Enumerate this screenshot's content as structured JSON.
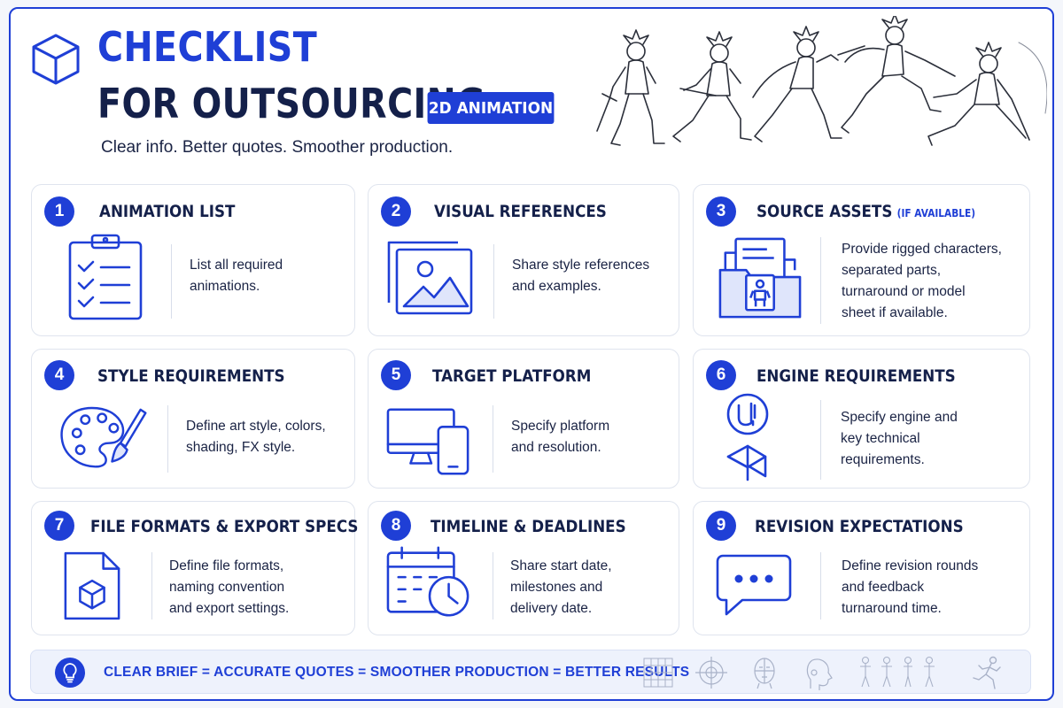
{
  "header": {
    "title_line1": "CHECKLIST",
    "title_line2": "FOR OUTSOURCING",
    "badge": "2D ANIMATION",
    "subtitle": "Clear info. Better quotes. Smoother production."
  },
  "items": [
    {
      "number": "1",
      "title": "ANIMATION LIST",
      "title_note": "",
      "icon": "clipboard-checklist-icon",
      "desc_lines": [
        "List all required",
        "animations."
      ]
    },
    {
      "number": "2",
      "title": "VISUAL REFERENCES",
      "title_note": "",
      "icon": "image-gallery-icon",
      "desc_lines": [
        "Share style references",
        "and examples."
      ]
    },
    {
      "number": "3",
      "title": "SOURCE ASSETS",
      "title_note": "(IF AVAILABLE)",
      "icon": "asset-folder-icon",
      "desc_lines": [
        "Provide rigged characters,",
        "separated parts,",
        "turnaround or model",
        "sheet if available."
      ]
    },
    {
      "number": "4",
      "title": "STYLE REQUIREMENTS",
      "title_note": "",
      "icon": "palette-brush-icon",
      "desc_lines": [
        "Define art style, colors,",
        "shading, FX style."
      ]
    },
    {
      "number": "5",
      "title": "TARGET PLATFORM",
      "title_note": "",
      "icon": "monitor-phone-icon",
      "desc_lines": [
        "Specify platform",
        "and resolution."
      ]
    },
    {
      "number": "6",
      "title": "ENGINE REQUIREMENTS",
      "title_note": "",
      "icon": "engine-logos-icon",
      "desc_lines": [
        "Specify engine and",
        "key technical",
        "requirements."
      ]
    },
    {
      "number": "7",
      "title": "FILE FORMATS & EXPORT SPECS",
      "title_note": "",
      "icon": "file-cube-icon",
      "desc_lines": [
        "Define file formats,",
        "naming convention",
        "and export settings."
      ]
    },
    {
      "number": "8",
      "title": "TIMELINE & DEADLINES",
      "title_note": "",
      "icon": "calendar-clock-icon",
      "desc_lines": [
        "Share start date,",
        "milestones and",
        "delivery date."
      ]
    },
    {
      "number": "9",
      "title": "REVISION EXPECTATIONS",
      "title_note": "",
      "icon": "speech-bubble-icon",
      "desc_lines": [
        "Define revision rounds",
        "and feedback",
        "turnaround time."
      ]
    }
  ],
  "footer": {
    "text": "CLEAR BRIEF = ACCURATE QUOTES = SMOOTHER PRODUCTION = BETTER RESULTS",
    "icons": [
      "lightbulb-icon",
      "grid-icon",
      "crosshair-icon",
      "head-front-icon",
      "head-side-icon",
      "character-turnaround-icon",
      "running-figure-icon"
    ]
  },
  "colors": {
    "accent": "#1f3fd6",
    "dark": "#14204a",
    "card_border": "#dfe4ee",
    "footer_bg": "#eef2fc"
  }
}
